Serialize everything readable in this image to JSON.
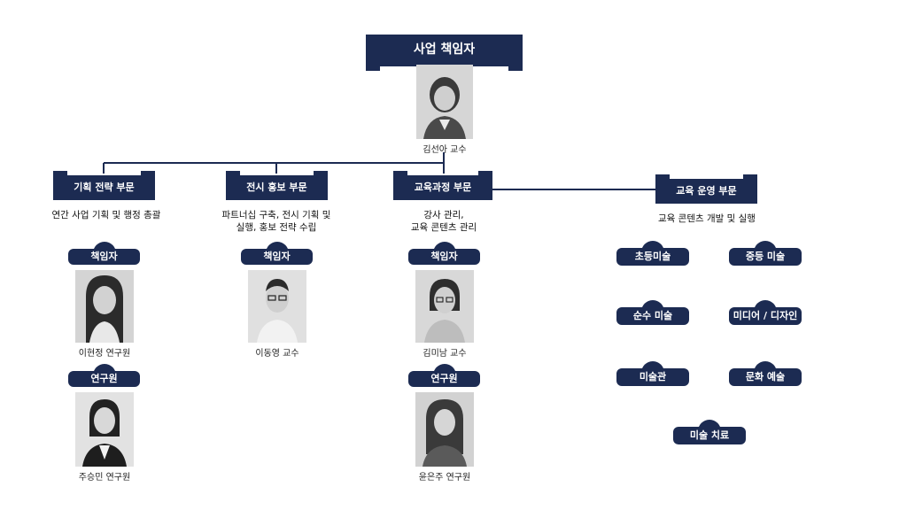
{
  "head": {
    "title": "사업 책임자",
    "name": "김선아 교수"
  },
  "departments": [
    {
      "title": "기획 전략 부문",
      "desc": [
        "연간 사업 기획 및 행정 총괄"
      ],
      "roles": [
        {
          "label": "책임자",
          "name": "이현정 연구원"
        },
        {
          "label": "연구원",
          "name": "주승민 연구원"
        }
      ]
    },
    {
      "title": "전시 홍보 부문",
      "desc": [
        "파트너십 구축, 전시 기획 및",
        "실행, 홍보 전략 수립"
      ],
      "roles": [
        {
          "label": "책임자",
          "name": "이동영 교수"
        }
      ]
    },
    {
      "title": "교육과정 부문",
      "desc": [
        "강사 관리,",
        "교육 콘텐츠 관리"
      ],
      "roles": [
        {
          "label": "책임자",
          "name": "김미남 교수"
        },
        {
          "label": "연구원",
          "name": "윤은주 연구원"
        }
      ]
    },
    {
      "title": "교육 운영 부문",
      "desc": [
        "교육 콘텐츠 개발 및 실행"
      ],
      "programs": [
        "초등미술",
        "중등 미술",
        "순수 미술",
        "미디어 / 디자인",
        "미술관",
        "문화 예술",
        "미술 치료"
      ]
    }
  ],
  "colors": {
    "navy": "#1c2b52",
    "line": "#1c2b52"
  }
}
